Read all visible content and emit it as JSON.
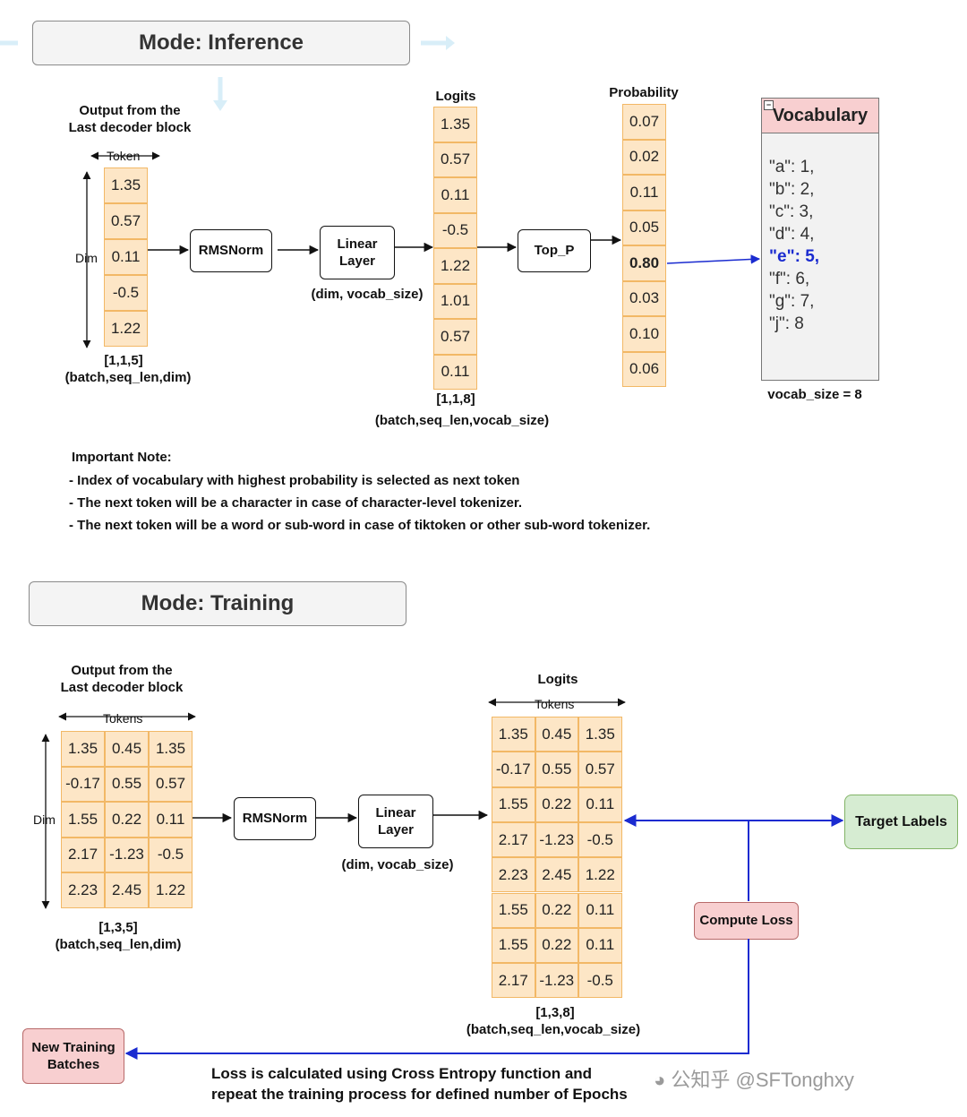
{
  "inference": {
    "header": "Mode: Inference",
    "output_label_line1": "Output from the",
    "output_label_line2": "Last decoder block",
    "token_axis": "Token",
    "dim_axis": "Dim",
    "input_values": [
      "1.35",
      "0.57",
      "0.11",
      "-0.5",
      "1.22"
    ],
    "input_shape": "[1,1,5]",
    "input_shape_desc": "(batch,seq_len,dim)",
    "rmsnorm": "RMSNorm",
    "linear_line1": "Linear",
    "linear_line2": "Layer",
    "linear_shape": "(dim, vocab_size)",
    "logits_title": "Logits",
    "logits_values": [
      "1.35",
      "0.57",
      "0.11",
      "-0.5",
      "1.22",
      "1.01",
      "0.57",
      "0.11"
    ],
    "logits_shape": "[1,1,8]",
    "logits_shape_desc": "(batch,seq_len,vocab_size)",
    "top_p": "Top_P",
    "prob_title": "Probability",
    "prob_values": [
      "0.07",
      "0.02",
      "0.11",
      "0.05",
      "0.80",
      "0.03",
      "0.10",
      "0.06"
    ],
    "vocab_title": "Vocabulary",
    "vocab_entries": [
      "\"a\": 1,",
      "\"b\": 2,",
      "\"c\": 3,",
      "\"d\": 4,",
      "\"e\": 5,",
      "\"f\": 6,",
      "\"g\": 7,",
      "\"j\": 8"
    ],
    "vocab_size": "vocab_size = 8"
  },
  "notes": {
    "title": "Important Note:",
    "lines": [
      "- Index of vocabulary with highest probability is selected as next token",
      "- The next token will be a character in case of character-level tokenizer.",
      "- The next token will be a word or sub-word in case of tiktoken or other sub-word tokenizer."
    ]
  },
  "training": {
    "header": "Mode: Training",
    "output_label_line1": "Output from the",
    "output_label_line2": "Last decoder block",
    "tokens_axis": "Tokens",
    "dim_axis": "Dim",
    "input_rows": [
      [
        "1.35",
        "0.45",
        "1.35"
      ],
      [
        "-0.17",
        "0.55",
        "0.57"
      ],
      [
        "1.55",
        "0.22",
        "0.11"
      ],
      [
        "2.17",
        "-1.23",
        "-0.5"
      ],
      [
        "2.23",
        "2.45",
        "1.22"
      ]
    ],
    "input_shape": "[1,3,5]",
    "input_shape_desc": "(batch,seq_len,dim)",
    "rmsnorm": "RMSNorm",
    "linear_line1": "Linear",
    "linear_line2": "Layer",
    "linear_shape": "(dim, vocab_size)",
    "logits_title": "Logits",
    "logits_tokens_axis": "Tokens",
    "logits_rows": [
      [
        "1.35",
        "0.45",
        "1.35"
      ],
      [
        "-0.17",
        "0.55",
        "0.57"
      ],
      [
        "1.55",
        "0.22",
        "0.11"
      ],
      [
        "2.17",
        "-1.23",
        "-0.5"
      ],
      [
        "2.23",
        "2.45",
        "1.22"
      ],
      [
        "1.55",
        "0.22",
        "0.11"
      ],
      [
        "1.55",
        "0.22",
        "0.11"
      ],
      [
        "2.17",
        "-1.23",
        "-0.5"
      ]
    ],
    "logits_shape": "[1,3,8]",
    "logits_shape_desc": "(batch,seq_len,vocab_size)",
    "target_labels": "Target Labels",
    "compute_loss": "Compute Loss",
    "new_batches_line1": "New Training",
    "new_batches_line2": "Batches",
    "loss_note_line1": "Loss is calculated using Cross Entropy function and",
    "loss_note_line2": "repeat the training process for defined number of Epochs"
  },
  "watermark": "公知乎 @SFTonghxy",
  "colors": {
    "cell_fill": "#fde6c6",
    "cell_border": "#f2b866",
    "highlight_blue": "#1a2bd0",
    "vocab_header": "#f8cfd0",
    "target_fill": "#d6ecd2"
  }
}
